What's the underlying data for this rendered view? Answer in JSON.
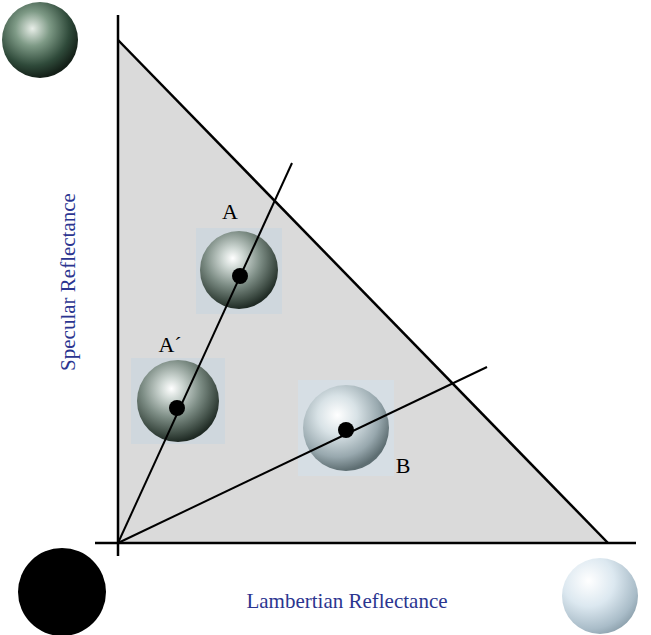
{
  "diagram": {
    "labels": [
      "A",
      "A´",
      "B",
      "Specular Reflectance",
      "Lambertian Reflectance"
    ]
  }
}
